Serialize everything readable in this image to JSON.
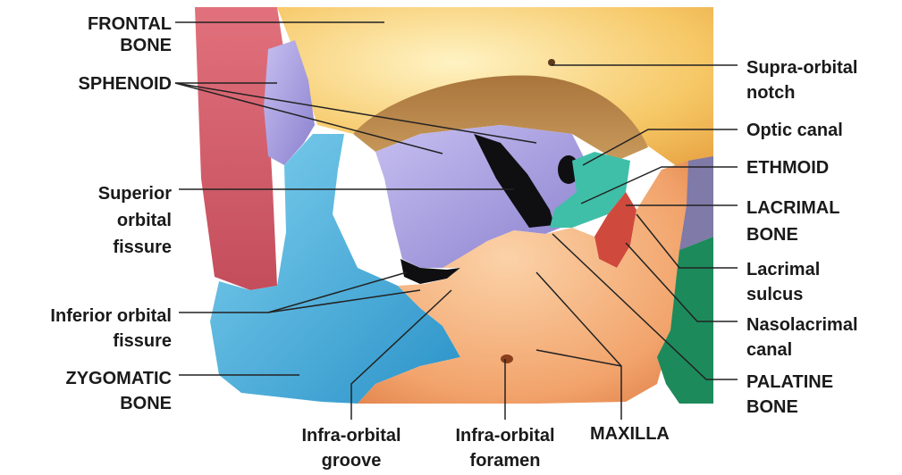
{
  "labels": {
    "frontal_bone": "FRONTAL\nBONE",
    "sphenoid": "SPHENOID",
    "superior_orbital_fissure": "Superior\norbital\nfissure",
    "inferior_orbital_fissure": "Inferior orbital\nfissure",
    "zygomatic_bone": "ZYGOMATIC\nBONE",
    "infraorbital_groove": "Infra-orbital\ngroove",
    "infraorbital_foramen": "Infra-orbital\nforamen",
    "maxilla": "MAXILLA",
    "supraorbital_notch": "Supra-orbital\nnotch",
    "optic_canal": "Optic canal",
    "ethmoid": "ETHMOID",
    "lacrimal_bone": "LACRIMAL\nBONE",
    "lacrimal_sulcus": "Lacrimal\nsulcus",
    "nasolacrimal_canal": "Nasolacrimal\ncanal",
    "palatine_bone": "PALATINE\nBONE"
  },
  "colors": {
    "frontal": "#f4c35f",
    "sphenoid": "#9a8fd8",
    "zygomatic": "#3aa6d6",
    "maxilla": "#eea066",
    "ethmoid": "#3fbfa8",
    "lacrimal": "#cf4a3c",
    "palatine": "#1d8a5c",
    "temporal": "#cf5a66",
    "fissure": "#0f0f12",
    "leader": "#222222"
  }
}
